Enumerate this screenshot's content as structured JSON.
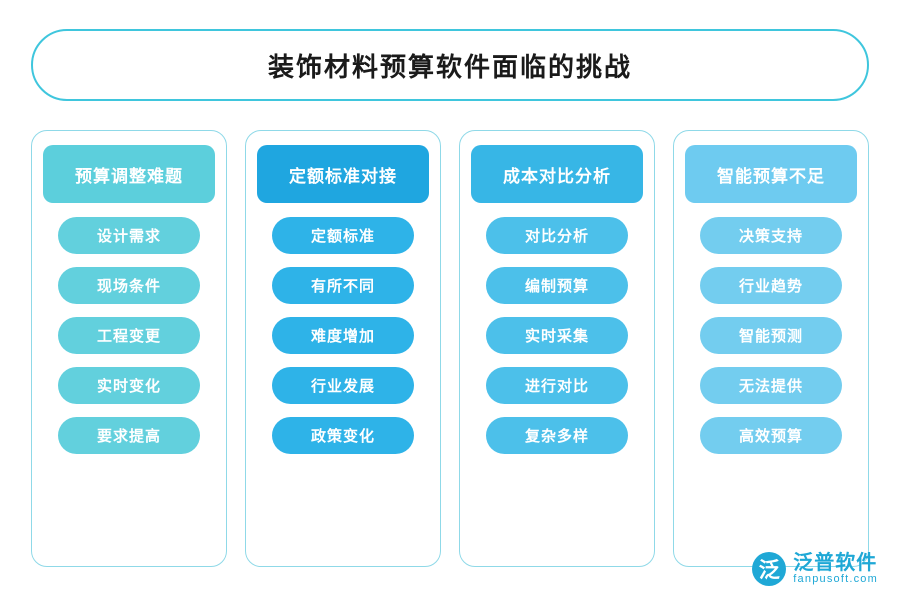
{
  "title": "装饰材料预算软件面临的挑战",
  "colors": {
    "banner_border": "#3fc6dd",
    "column_border": "#8fd9e8",
    "col1_header": "#5ccfdc",
    "col1_item": "#62d0dd",
    "col2_header": "#1fa6e0",
    "col2_item": "#2eb3e8",
    "col3_header": "#37b6e6",
    "col3_item": "#4cc0ea",
    "col4_header": "#6ecbf0",
    "col4_item": "#73cdef",
    "logo": "#1fa8d6"
  },
  "columns": [
    {
      "header": "预算调整难题",
      "items": [
        "设计需求",
        "现场条件",
        "工程变更",
        "实时变化",
        "要求提高"
      ]
    },
    {
      "header": "定额标准对接",
      "items": [
        "定额标准",
        "有所不同",
        "难度增加",
        "行业发展",
        "政策变化"
      ]
    },
    {
      "header": "成本对比分析",
      "items": [
        "对比分析",
        "编制预算",
        "实时采集",
        "进行对比",
        "复杂多样"
      ]
    },
    {
      "header": "智能预算不足",
      "items": [
        "决策支持",
        "行业趋势",
        "智能预测",
        "无法提供",
        "高效预算"
      ]
    }
  ],
  "logo": {
    "mark": "泛",
    "name_cn": "泛普软件",
    "name_en": "fanpusoft.com"
  }
}
